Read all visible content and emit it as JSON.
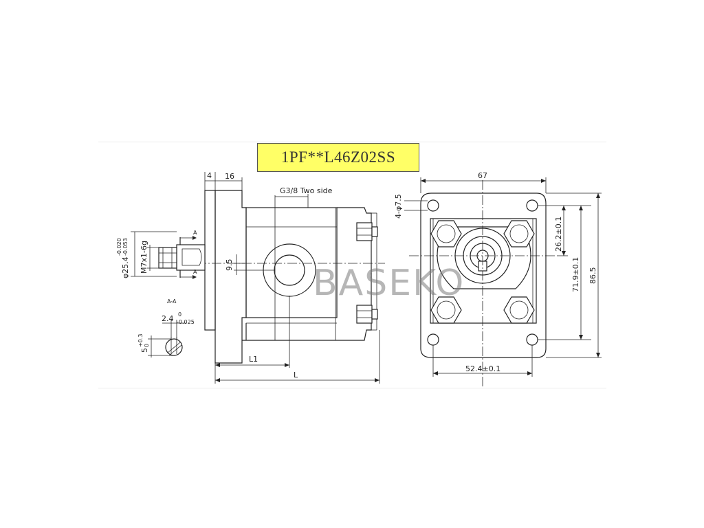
{
  "title": "1PF**L46Z02SS",
  "watermark": "BASEKO",
  "side_view": {
    "dim_flange": "4",
    "dim_pilot": "16",
    "port_label": "G3/8  Two side",
    "dim_offset": "9.5",
    "dim_l1": "L1",
    "dim_l": "L",
    "shaft_dia": "φ25.4",
    "shaft_dia_tol_upper": "-0.020",
    "shaft_dia_tol_lower": "-0.053",
    "thread": "M7x1-6g",
    "section_mark": "A"
  },
  "section_view": {
    "title": "A-A",
    "key_width": "2.4",
    "key_width_tol_upper": "0",
    "key_width_tol_lower": "-0.025",
    "key_height": "5",
    "key_height_tol_upper": "+0.3",
    "key_height_tol_lower": "0"
  },
  "front_view": {
    "width": "67",
    "holes": "4-φ7.5",
    "center_to_top": "26.2±0.1",
    "hole_spacing_v": "71.9±0.1",
    "height": "86.5",
    "hole_spacing_h": "52.4±0.1"
  }
}
